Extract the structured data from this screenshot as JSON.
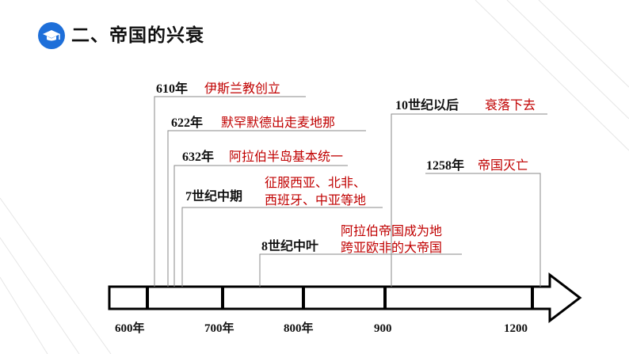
{
  "header": {
    "title": "二、帝国的兴衰",
    "icon": "graduation-cap-icon",
    "icon_color": "#1e6fd9"
  },
  "timeline": {
    "axis_ticks": [
      "600年",
      "700年",
      "800年",
      "900",
      "1200"
    ],
    "events": [
      {
        "id": "e610",
        "date_label": "610年",
        "event_lines": [
          "伊斯兰教创立"
        ]
      },
      {
        "id": "e622",
        "date_label": "622年",
        "event_lines": [
          "默罕默德出走麦地那"
        ]
      },
      {
        "id": "e632",
        "date_label": "632年",
        "event_lines": [
          "阿拉伯半岛基本统一"
        ]
      },
      {
        "id": "e7c",
        "date_label": "7世纪中期",
        "event_lines": [
          "征服西亚、北非、",
          "西班牙、中亚等地"
        ]
      },
      {
        "id": "e8c",
        "date_label": "8世纪中叶",
        "event_lines": [
          "阿拉伯帝国成为地",
          "跨亚欧非的大帝国"
        ]
      },
      {
        "id": "e10c",
        "date_label": "10世纪以后",
        "event_lines": [
          "衰落下去"
        ]
      },
      {
        "id": "e1258",
        "date_label": "1258年",
        "event_lines": [
          "帝国灭亡"
        ]
      }
    ]
  },
  "colors": {
    "event_text": "#c00000",
    "leader_line": "#8a8a8a",
    "axis": "#000000"
  }
}
